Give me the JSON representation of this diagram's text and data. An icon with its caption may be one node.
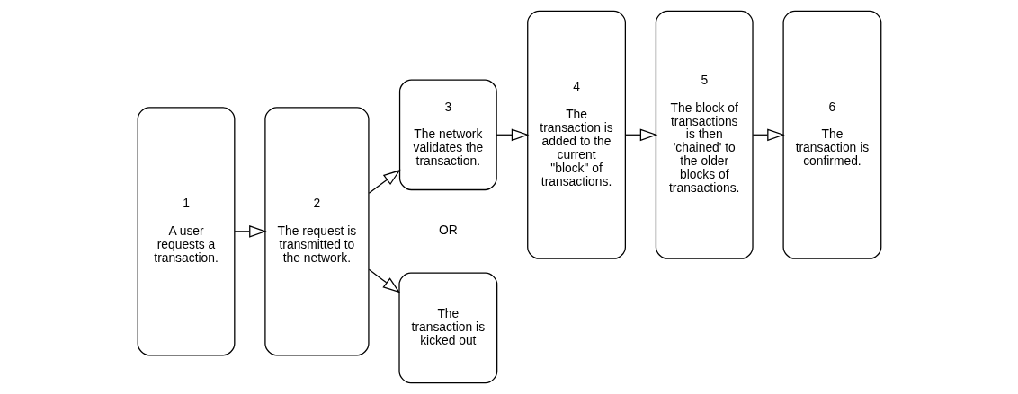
{
  "diagram": {
    "nodes": [
      {
        "text": [
          "1",
          "A user requests a transaction."
        ]
      },
      {
        "text": [
          "2",
          "The request is transmitted to the network."
        ]
      },
      {
        "text": [
          "3",
          "The network validates the transaction."
        ]
      },
      {
        "text": [
          "The transaction is kicked out"
        ]
      },
      {
        "text": [
          "4",
          "The transaction is added to the current \"block\" of transactions."
        ]
      },
      {
        "text": [
          "5",
          "The block of transactions is then 'chained' to the older blocks of transactions."
        ]
      },
      {
        "text": [
          "6",
          "The transaction is confirmed."
        ]
      }
    ],
    "edges": [
      {
        "from": 0,
        "to": 1,
        "arrow": "to"
      },
      {
        "from": 1,
        "to": 2,
        "arrow": "to"
      },
      {
        "from": 1,
        "to": 3,
        "arrow": "to"
      },
      {
        "from": 2,
        "to": 4,
        "arrow": "to"
      },
      {
        "from": 4,
        "to": 5,
        "arrow": "to"
      },
      {
        "from": 5,
        "to": 6,
        "arrow": "to"
      }
    ],
    "labels": [
      "OR"
    ]
  }
}
